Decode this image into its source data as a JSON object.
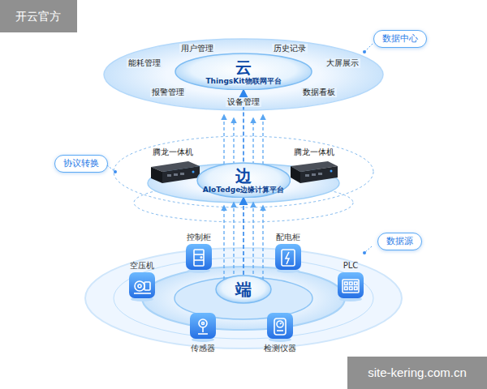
{
  "diagram": {
    "nodes": [
      {
        "text": [
          "数据中心"
        ]
      },
      {
        "text": [
          "云",
          "ThingsKit物联网平台"
        ]
      },
      {
        "text": [
          "协议转换"
        ]
      },
      {
        "text": [
          "边",
          "AIoTedge边缘计算平台"
        ]
      },
      {
        "text": [
          "控制柜"
        ]
      },
      {
        "text": [
          "配电柜"
        ]
      },
      {
        "text": [
          "数据源"
        ]
      },
      {
        "text": [
          "空压机"
        ]
      },
      {
        "text": [
          "PLC"
        ]
      },
      {
        "text": [
          "端"
        ]
      },
      {
        "text": [
          "传感器"
        ]
      },
      {
        "text": [
          "检测仪器"
        ]
      }
    ],
    "edges": [
      {
        "from": 9,
        "to": 3,
        "arrow": "to"
      },
      {
        "from": 3,
        "to": 1,
        "arrow": "to"
      }
    ],
    "labels": [
      "能耗管理",
      "用户管理",
      "历史记录",
      "大屏展示",
      "报警管理",
      "设备管理",
      "数据看板",
      "腾龙一体机",
      "腾龙一体机",
      "开云官方",
      "site-kering.com.cn"
    ]
  }
}
